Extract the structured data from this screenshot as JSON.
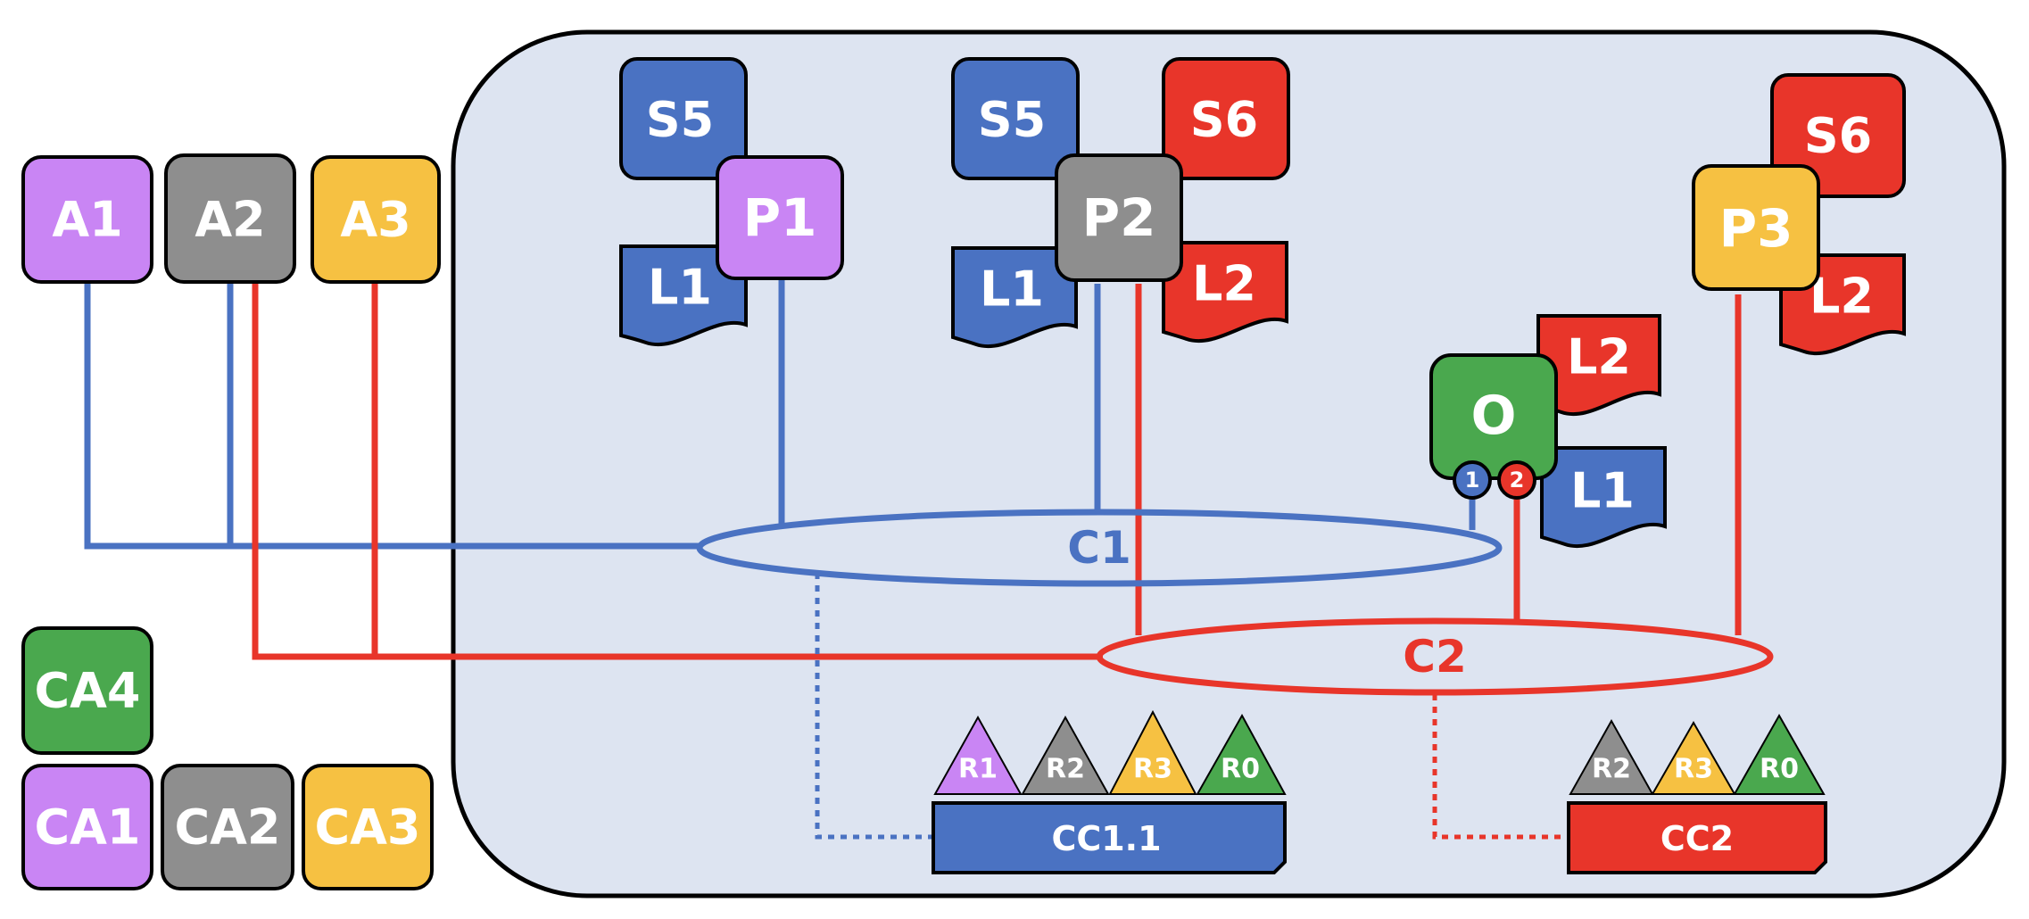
{
  "colors": {
    "purple": "#c985f4",
    "gray": "#8e8e8e",
    "yellow": "#f6c142",
    "green": "#4aa84e",
    "blue": "#4a72c2",
    "red": "#e8352a",
    "panel": "#dde4f1",
    "outline": "#000000"
  },
  "outside": {
    "a1": "A1",
    "a2": "A2",
    "a3": "A3",
    "ca4": "CA4",
    "ca1": "CA1",
    "ca2": "CA2",
    "ca3": "CA3"
  },
  "network": {
    "p1": {
      "label": "P1",
      "s5": "S5",
      "l1": "L1"
    },
    "p2": {
      "label": "P2",
      "s5": "S5",
      "s6": "S6",
      "l1": "L1",
      "l2": "L2"
    },
    "p3": {
      "label": "P3",
      "s6": "S6",
      "l2": "L2"
    },
    "orderer": {
      "label": "O",
      "l2": "L2",
      "l1": "L1",
      "port1": "1",
      "port2": "2"
    }
  },
  "channels": {
    "c1": "C1",
    "c2": "C2"
  },
  "configs": {
    "cc1": {
      "label": "CC1.1",
      "roles": [
        "R1",
        "R2",
        "R3",
        "R0"
      ]
    },
    "cc2": {
      "label": "CC2",
      "roles": [
        "R2",
        "R3",
        "R0"
      ]
    }
  }
}
